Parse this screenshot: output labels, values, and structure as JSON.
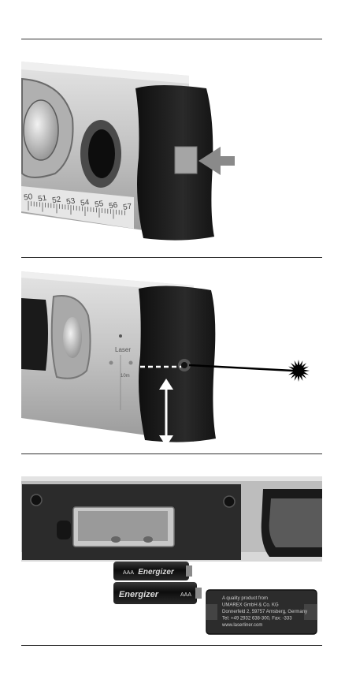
{
  "figure1": {
    "scale_ticks": [
      "50",
      "51",
      "52",
      "53",
      "54",
      "55",
      "56",
      "57"
    ]
  },
  "figure2": {
    "panel_text": [
      "Laser",
      "10m"
    ]
  },
  "figure3": {
    "battery_brand": "Energizer",
    "battery_type": "AAA",
    "label_lines": [
      "A quality product from",
      "UMAREX GmbH & Co. KG",
      "Donnerfeld 2, 59757 Arnsberg, Germany",
      "Tel: +49 2932 638-300, Fax: -333",
      "www.laserliner.com"
    ]
  },
  "colors": {
    "rubber": "#1c1c1c",
    "aluminum": "#c6c6c6",
    "arrow": "#8a8a8a"
  }
}
